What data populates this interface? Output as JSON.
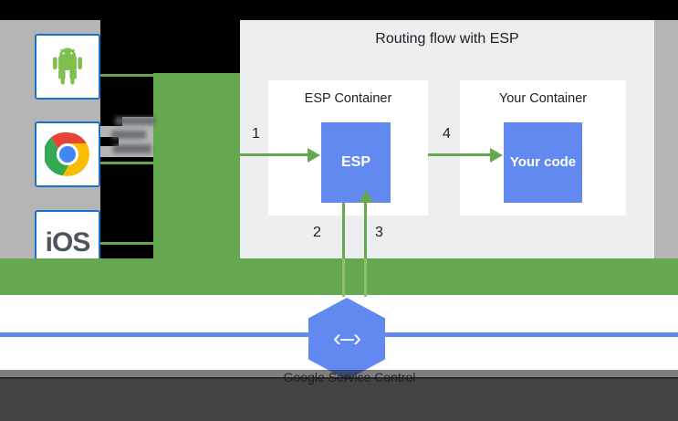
{
  "diagram": {
    "panel_title": "Routing flow with ESP",
    "containers": [
      {
        "label": "ESP Container",
        "box_label": "ESP"
      },
      {
        "label": "Your Container",
        "box_label": "Your code"
      }
    ],
    "steps": [
      {
        "number": "1"
      },
      {
        "number": "2"
      },
      {
        "number": "3"
      },
      {
        "number": "4"
      }
    ],
    "devices": [
      {
        "name": "android",
        "label": ""
      },
      {
        "name": "chrome",
        "label": ""
      },
      {
        "name": "ios",
        "label": "iOS"
      }
    ],
    "endpoints": {
      "glyph": "‹–›",
      "caption": "Google Service\nControl"
    },
    "colors": {
      "green": "#66a84f",
      "blue": "#6189ef",
      "panel_bg": "#eceef0",
      "page_bg": "#b5b5b5",
      "icon_border": "#1a73c9"
    }
  }
}
